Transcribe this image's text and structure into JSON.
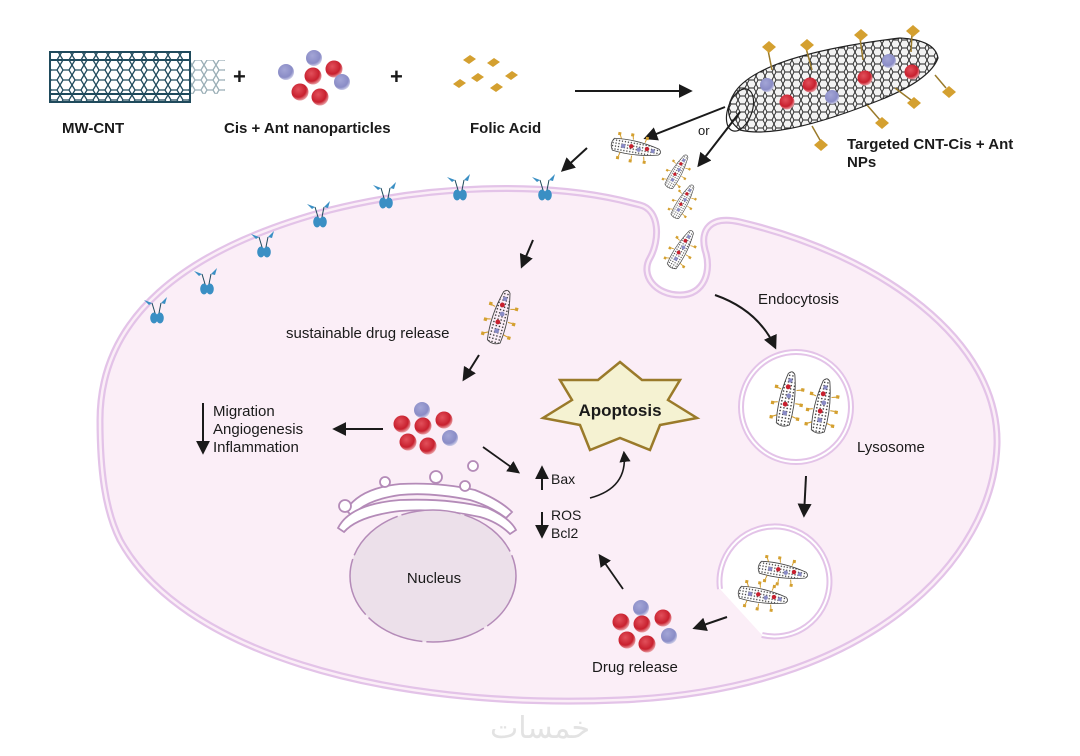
{
  "top_row": {
    "mwcnt_label": "MW-CNT",
    "plus_1": "+",
    "nanoparticles_label": "Cis + Ant nanoparticles",
    "plus_2": "+",
    "folic_acid_label": "Folic Acid",
    "targeted_label_line1": "Targeted CNT-Cis + Ant",
    "targeted_label_line2": "NPs",
    "or_label": "or"
  },
  "cell": {
    "sustainable_label": "sustainable drug release",
    "effects_down": [
      "Migration",
      "Angiogenesis",
      "Inflammation"
    ],
    "apoptosis_label": "Apoptosis",
    "bax_label": "Bax",
    "ros_label": "ROS",
    "bcl2_label": "Bcl2",
    "nucleus_label": "Nucleus",
    "endocytosis_label": "Endocytosis",
    "lysosome_label": "Lysosome",
    "drug_release_label": "Drug release"
  },
  "watermark": "خمسات",
  "colors": {
    "cell_fill": "#fbeef7",
    "membrane": "#e3c3e8",
    "receptor": "#3a8fc4",
    "drug_red": "#c8202e",
    "drug_blue": "#8a8cc6",
    "folic": "#d4a030",
    "apoptosis_fill": "#f5f2d2",
    "apoptosis_stroke": "#9a7a2a",
    "nucleus_fill": "#ece0ea",
    "cnt": "#1f4a5c"
  }
}
